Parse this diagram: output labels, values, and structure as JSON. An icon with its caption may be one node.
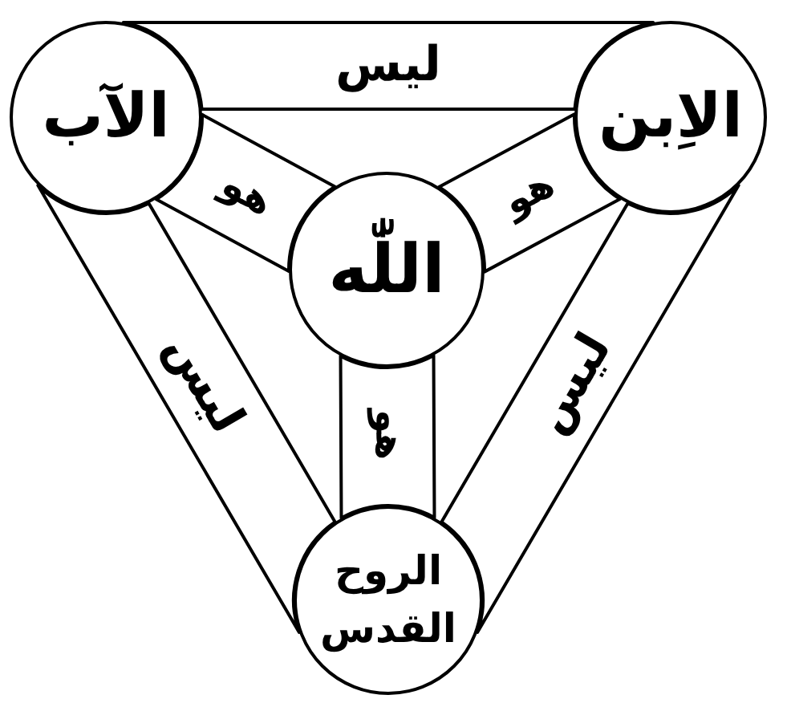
{
  "diagram": {
    "nodes": [
      {
        "text": [
          "الآب"
        ]
      },
      {
        "text": [
          "الاِبن"
        ]
      },
      {
        "text": [
          "اللّٰه"
        ]
      },
      {
        "text": [
          "الروح القدس"
        ]
      }
    ],
    "edges": [
      {
        "from": 0,
        "to": 1,
        "arrow": "none",
        "label": "ليس"
      },
      {
        "from": 0,
        "to": 2,
        "arrow": "none",
        "label": "هو"
      },
      {
        "from": 1,
        "to": 2,
        "arrow": "none",
        "label": "هو"
      },
      {
        "from": 0,
        "to": 3,
        "arrow": "none",
        "label": "ليس"
      },
      {
        "from": 1,
        "to": 3,
        "arrow": "none",
        "label": "ليس"
      },
      {
        "from": 2,
        "to": 3,
        "arrow": "none",
        "label": "هو"
      }
    ]
  }
}
